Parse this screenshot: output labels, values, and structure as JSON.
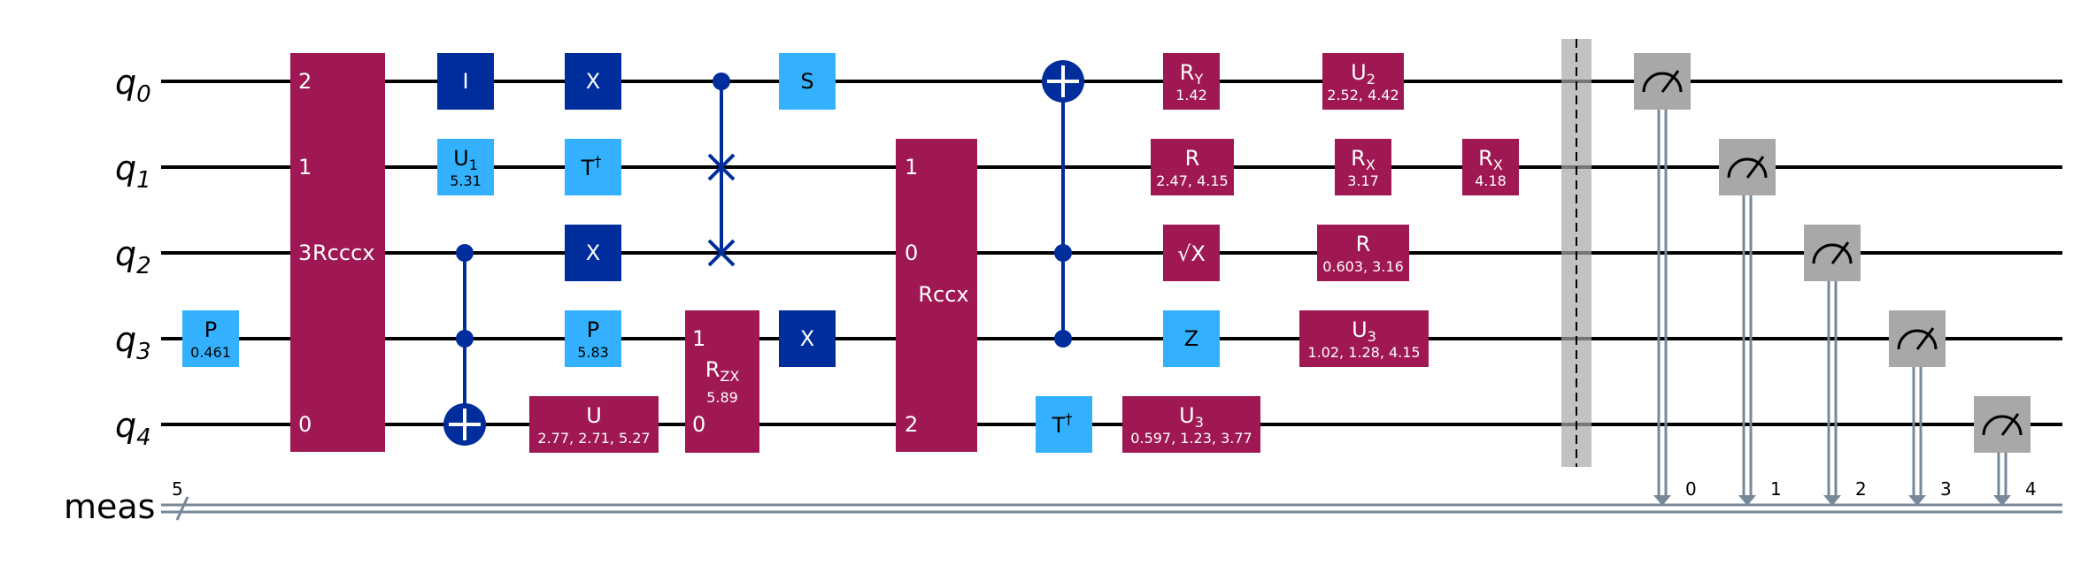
{
  "wires": {
    "quantum": [
      {
        "base": "q",
        "sub": "0"
      },
      {
        "base": "q",
        "sub": "1"
      },
      {
        "base": "q",
        "sub": "2"
      },
      {
        "base": "q",
        "sub": "3"
      },
      {
        "base": "q",
        "sub": "4"
      }
    ],
    "classical": {
      "label": "meas",
      "size": "5"
    }
  },
  "gates": {
    "p_q3": {
      "label": "P",
      "param": "0.461"
    },
    "rcccx": {
      "label": "Rcccx",
      "pin_q0": "2",
      "pin_q1": "1",
      "pin_q2": "3",
      "pin_q4": "0"
    },
    "i_q0": {
      "label": "I"
    },
    "u1_q1": {
      "label": "U",
      "sub": "1",
      "param": "5.31"
    },
    "x_q0": {
      "label": "X"
    },
    "tdg_q1": {
      "label": "T",
      "sup": "†"
    },
    "x_q2": {
      "label": "X"
    },
    "p_q3b": {
      "label": "P",
      "param": "5.83"
    },
    "u_q4": {
      "label": "U",
      "param": "2.77, 2.71, 5.27"
    },
    "rzx": {
      "label": "R",
      "sub": "ZX",
      "param": "5.89",
      "pin_top": "1",
      "pin_bottom": "0"
    },
    "s_q0": {
      "label": "S"
    },
    "x_q3": {
      "label": "X"
    },
    "rccx": {
      "label": "Rccx",
      "pin_q1": "1",
      "pin_q2": "0",
      "pin_q4": "2"
    },
    "tdg_q4": {
      "label": "T",
      "sup": "†"
    },
    "ry_q0": {
      "label": "R",
      "sub": "Y",
      "param": "1.42"
    },
    "r_q1": {
      "label": "R",
      "param": "2.47, 4.15"
    },
    "sx_q2": {
      "label": "√X"
    },
    "z_q3": {
      "label": "Z"
    },
    "u3_q4": {
      "label": "U",
      "sub": "3",
      "param": "0.597, 1.23, 3.77"
    },
    "u2_q0": {
      "label": "U",
      "sub": "2",
      "param": "2.52, 4.42"
    },
    "rx_q1": {
      "label": "R",
      "sub": "X",
      "param": "3.17"
    },
    "r_q2": {
      "label": "R",
      "param": "0.603, 3.16"
    },
    "u3_q3": {
      "label": "U",
      "sub": "3",
      "param": "1.02, 1.28, 4.15"
    },
    "rx2_q1": {
      "label": "R",
      "sub": "X",
      "param": "4.18"
    }
  },
  "measure_bits": [
    "0",
    "1",
    "2",
    "3",
    "4"
  ],
  "colors": {
    "purple": "#9f1853",
    "light_blue": "#33b1ff",
    "navy": "#002d9c",
    "barrier": "#a8a8a8",
    "classical_wire": "#778899"
  }
}
